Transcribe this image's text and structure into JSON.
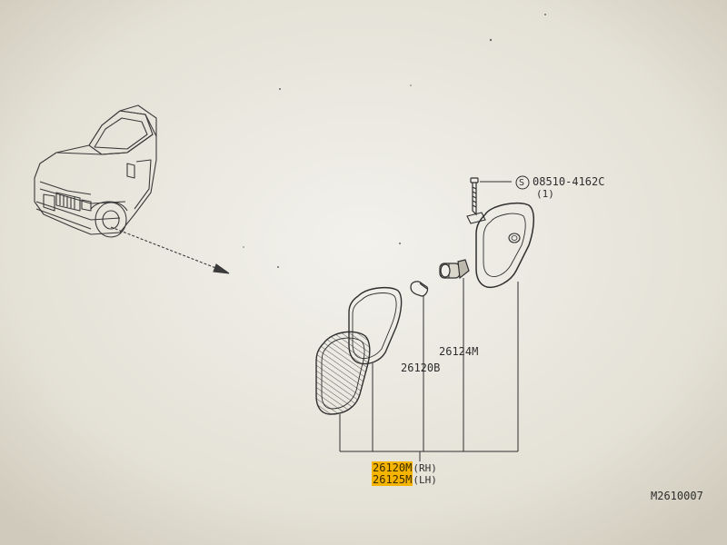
{
  "screw_ref": {
    "code": "08510-4162C",
    "symbol": "S",
    "qty": "(1)"
  },
  "parts": [
    {
      "number": "26124M"
    },
    {
      "number": "26120B"
    }
  ],
  "assembly": [
    {
      "number": "26120M",
      "side": "(RH)"
    },
    {
      "number": "26125M",
      "side": "(LH)"
    }
  ],
  "diagram_id": "M2610007",
  "highlight_color": "#f5b400"
}
